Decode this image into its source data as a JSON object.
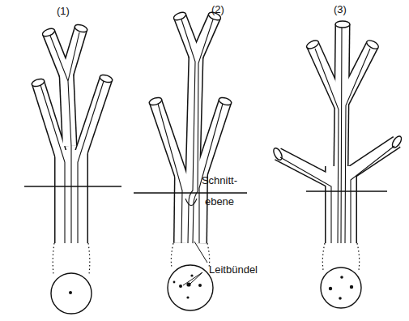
{
  "diagram": {
    "labels": [
      "(1)",
      "(2)",
      "(3)",
      "Schnitt- ebene",
      "Leitbündel"
    ]
  }
}
